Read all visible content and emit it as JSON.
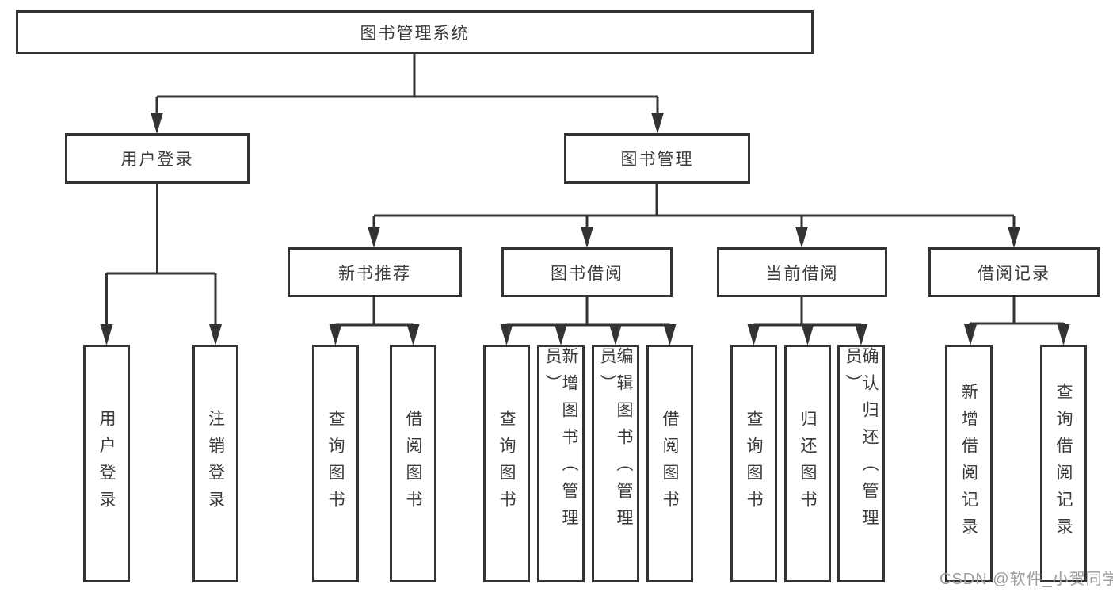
{
  "tree": {
    "label": "图书管理系统",
    "children": [
      {
        "label": "用户登录",
        "children": [
          {
            "label": "用户登录"
          },
          {
            "label": "注销登录"
          }
        ]
      },
      {
        "label": "图书管理",
        "children": [
          {
            "label": "新书推荐",
            "children": [
              {
                "label": "查询图书"
              },
              {
                "label": "借阅图书"
              }
            ]
          },
          {
            "label": "图书借阅",
            "children": [
              {
                "label": "查询图书"
              },
              {
                "label": "新增图书（管理员）"
              },
              {
                "label": "编辑图书（管理员）"
              },
              {
                "label": "借阅图书"
              }
            ]
          },
          {
            "label": "当前借阅",
            "children": [
              {
                "label": "查询图书"
              },
              {
                "label": "归还图书"
              },
              {
                "label": "确认归还（管理员）"
              }
            ]
          },
          {
            "label": "借阅记录",
            "children": [
              {
                "label": "新增借阅记录"
              },
              {
                "label": "查询借阅记录"
              }
            ]
          }
        ]
      }
    ]
  },
  "watermark": {
    "text": "CSDN @软件_小贺同学"
  },
  "colors": {
    "line": "#333333",
    "text": "#3a3a3a",
    "watermark": "#9c9c9c",
    "background": "#ffffff"
  }
}
